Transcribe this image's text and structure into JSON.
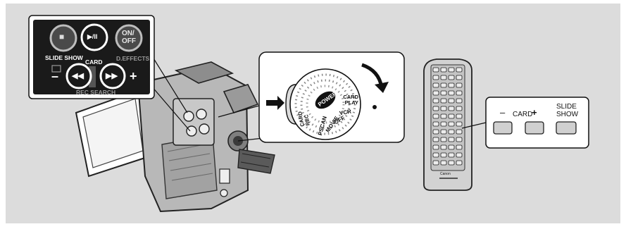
{
  "callout_panel": {
    "stop_label": "■",
    "play_pause_label": "▶/II",
    "onoff_line1": "ON/",
    "onoff_line2": "OFF",
    "slide_show_label": "SLIDE SHOW",
    "card_label": "CARD",
    "d_effects_label": "D.EFFECTS",
    "rewind_label": "◀◀",
    "forward_label": "▶▶",
    "minus_label": "–",
    "plus_label": "+",
    "rec_search_label": "REC SEARCH"
  },
  "power_dial": {
    "power_label": "POWER",
    "modes": [
      "CARD PLAY",
      "VCR",
      "OFF",
      "MOVIE",
      "PSCAN",
      "CARD REC"
    ]
  },
  "remote": {
    "brand": "Canon",
    "minus_label": "–",
    "card_label": "CARD",
    "plus_label": "+",
    "slide_line1": "SLIDE",
    "slide_line2": "SHOW"
  },
  "colors": {
    "background": "#dcdcdc",
    "callout_dark": "#1a1a1a",
    "line": "#111111"
  }
}
